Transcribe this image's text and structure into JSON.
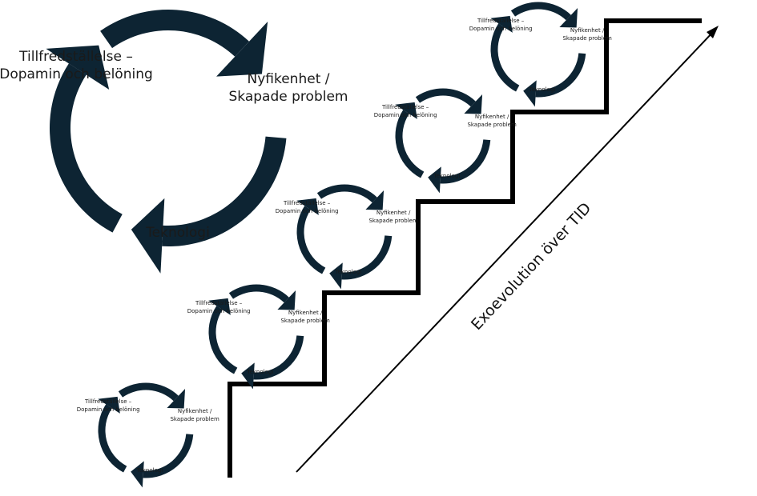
{
  "diagram": {
    "color_cycle": "#0d2433",
    "color_stairs": "#000000",
    "cycle_labels": {
      "top_left": [
        "Tillfredställelse –",
        "Dopamin och belöning"
      ],
      "right": [
        "Nyfikenhet /",
        "Skapade problem"
      ],
      "bottom": "Teknologi"
    },
    "cycles": [
      {
        "id": "main",
        "size": "large"
      },
      {
        "id": "step-1",
        "size": "small"
      },
      {
        "id": "step-2",
        "size": "small"
      },
      {
        "id": "step-3",
        "size": "small"
      },
      {
        "id": "step-4",
        "size": "small"
      },
      {
        "id": "step-5",
        "size": "small"
      }
    ],
    "axis": {
      "label": "Exoevolution över TID",
      "direction": "up-right"
    },
    "stairs": {
      "steps": 5
    }
  }
}
